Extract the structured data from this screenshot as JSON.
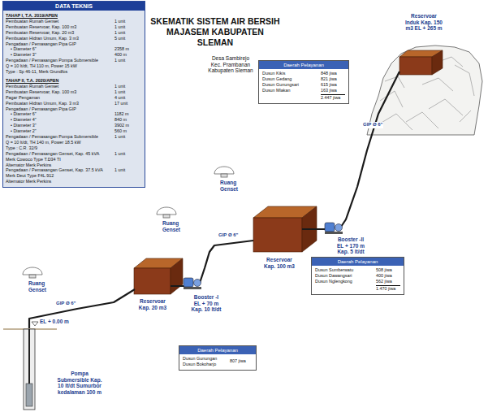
{
  "diagram": {
    "title": "SKEMATIK SISTEM AIR BERSIH MAJASEM KABUPATEN SLEMAN",
    "nodes": [
      {
        "text": [
          "DATA TEKNIS",
          "TAHAP I, T.A. 2019/APBN",
          "Pembuatan Rumah Genset",
          "1 unit",
          "Pembuatan Reservoar, Kap. 100 m3",
          "1 unit",
          "Pembuatan Reservoar, Kap. 20 m3",
          "1 unit",
          "Pembuatan Hidran Umum, Kap. 3 m3",
          "5 unit",
          "Pengadaan / Pemasangan Pipa GIP",
          "• Diameter 6\"",
          "2358 m",
          "• Diameter 3\"",
          "400 m",
          "Pengadaan / Pemasangan Pompa Submersible",
          "1 unit",
          "Q = 10 lt/dt, TH 110 m, Power 15 kW",
          "Type : Sp 46-11, Merk Grundfos",
          "TAHAP II, T.A. 2020/APBN",
          "Pembuatan Rumah Genset",
          "1 unit",
          "Pembuatan Reservoar, Kap. 100 m3",
          "1 unit",
          "Pagar Pengaman",
          "4 unit",
          "Pembuatan Hidran Umum, Kap. 3 m3",
          "17 unit",
          "Pengadaan / Pemasangan Pipa GIP",
          "• Diameter 6\"",
          "1182 m",
          "• Diameter 4\"",
          "840 m",
          "• Diameter 3\"",
          "3902 m",
          "• Diameter 2\"",
          "560 m",
          "Pengadaan / Pemasangan Pompa Submersible",
          "1 unit",
          "Q = 10 lt/dt, TH 140 m, Power 18.5 kW",
          "Type : C.R. 32/9",
          "Pengadaan / Pemasangan Genset, Kap. 45 kVA",
          "1 unit",
          "Merk Cowoco Type T.D34 TI",
          "Alternator Merk Perkins",
          "Pengadaan / Pemasangan Genset, Kap. 37.5 kVA",
          "1 unit",
          "Merk Deut Type F4L.912",
          "Alternator Merk Perkins"
        ]
      },
      {
        "text": [
          "Daerah Pelayanan",
          "Dusun Kikis",
          "848 jiwa",
          "Dusun Gedang",
          "821 jiwa",
          "Dusun Gunungsari",
          "615 jiwa",
          "Dusun Mlakan",
          "163 jiwa",
          "2.447 jiwa"
        ]
      },
      {
        "text": [
          "Daerah Pelayanan",
          "Dusun Sumberwatu",
          "508 jiwa",
          "Dusun Dawangsari",
          "400 jiwa",
          "Dusun Nglengkong",
          "562 jiwa",
          "1.470 jiwa"
        ]
      },
      {
        "text": [
          "Daerah Pelayanan",
          "Dusun Gunungan",
          "Dusun Bokoharjo",
          "807 jiwa"
        ]
      }
    ],
    "labels": [
      "Desa Sambirejo Kec. Prambanan Kabupaten Sleman",
      "Ruang Genset",
      "GIP Ø 6\"",
      "EL + 0.00 m",
      "Pompa Submersible Kap. 10 lt/dt Sumurbor kedalaman 100 m",
      "Ruang Genset",
      "Reservoar Kap. 20 m3",
      "Booster -I EL + 70 m Kap. 10 lt/dt",
      "GIP Ø 6\"",
      "Ruang Genset",
      "Reservoar Kap. 100 m3",
      "Booster -II EL + 170 m Kap. 5 lt/dt",
      "GIP Ø 6\"",
      "Reservoar Induk Kap. 150 m3 EL + 265 m"
    ]
  }
}
